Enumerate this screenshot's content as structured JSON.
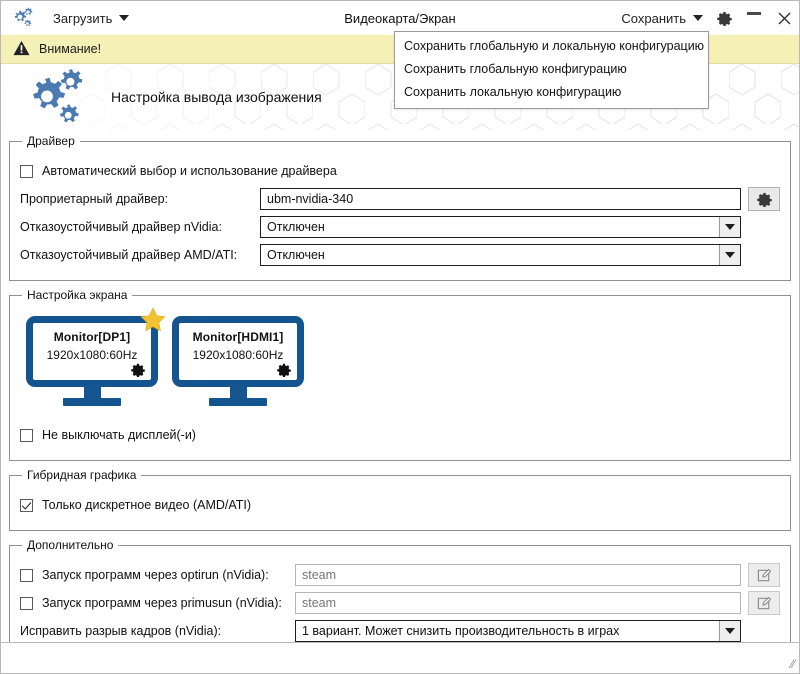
{
  "titlebar": {
    "app_icon": "gears-icon",
    "load_button": "Загрузить",
    "title": "Видеокарта/Экран",
    "save_button": "Сохранить",
    "settings_icon": "gear-icon",
    "minimize_icon": "minimize-icon",
    "close_icon": "close-icon"
  },
  "save_menu": {
    "items": [
      {
        "label": "Сохранить глобальную и локальную конфигурацию"
      },
      {
        "label": "Сохранить глобальную конфигурацию"
      },
      {
        "label": "Сохранить локальную конфигурацию"
      }
    ]
  },
  "warning": {
    "icon": "warning-triangle-icon",
    "text": "Внимание!",
    "background": "#f5f0b5"
  },
  "banner": {
    "logo_icon": "gears-logo-icon",
    "title": "Настройка вывода изображения"
  },
  "driver_group": {
    "legend": "Драйвер",
    "auto_checkbox": {
      "label": "Автоматический выбор и использование драйвера",
      "checked": false
    },
    "proprietary": {
      "label": "Проприетарный драйвер:",
      "value": "ubm-nvidia-340",
      "button_icon": "gear-icon"
    },
    "nvidia_fallback": {
      "label": "Отказоустойчивый драйвер nVidia:",
      "value": "Отключен"
    },
    "amd_fallback": {
      "label": "Отказоустойчивый драйвер AMD/ATI:",
      "value": "Отключен"
    }
  },
  "screen_group": {
    "legend": "Настройка экрана",
    "monitors": [
      {
        "name": "Monitor[DP1]",
        "resolution": "1920x1080:60Hz",
        "primary": true,
        "gear_icon": "gear-icon",
        "star_icon": "star-icon"
      },
      {
        "name": "Monitor[HDMI1]",
        "resolution": "1920x1080:60Hz",
        "primary": false,
        "gear_icon": "gear-icon"
      }
    ],
    "keep_on_checkbox": {
      "label": "Не выключать дисплей(-и)",
      "checked": false
    }
  },
  "hybrid_group": {
    "legend": "Гибридная графика",
    "discrete_checkbox": {
      "label": "Только дискретное видео (AMD/ATI)",
      "checked": true
    }
  },
  "extra_group": {
    "legend": "Дополнительно",
    "optirun": {
      "label": "Запуск программ через optirun (nVidia):",
      "checked": false,
      "placeholder": "steam",
      "value": "",
      "button_icon": "edit-pencil-icon"
    },
    "primusrun": {
      "label": "Запуск программ через primusun (nVidia):",
      "checked": false,
      "placeholder": "steam",
      "value": "",
      "button_icon": "edit-pencil-icon"
    },
    "tearfree": {
      "label": "Исправить разрыв кадров (nVidia):",
      "value": "1 вариант. Может снизить производительность в играх"
    }
  },
  "colors": {
    "accent_blue": "#14558f",
    "logo_blue": "#4a7ab0",
    "warning_yellow": "#f5f0b5",
    "star_yellow": "#f2c230"
  }
}
